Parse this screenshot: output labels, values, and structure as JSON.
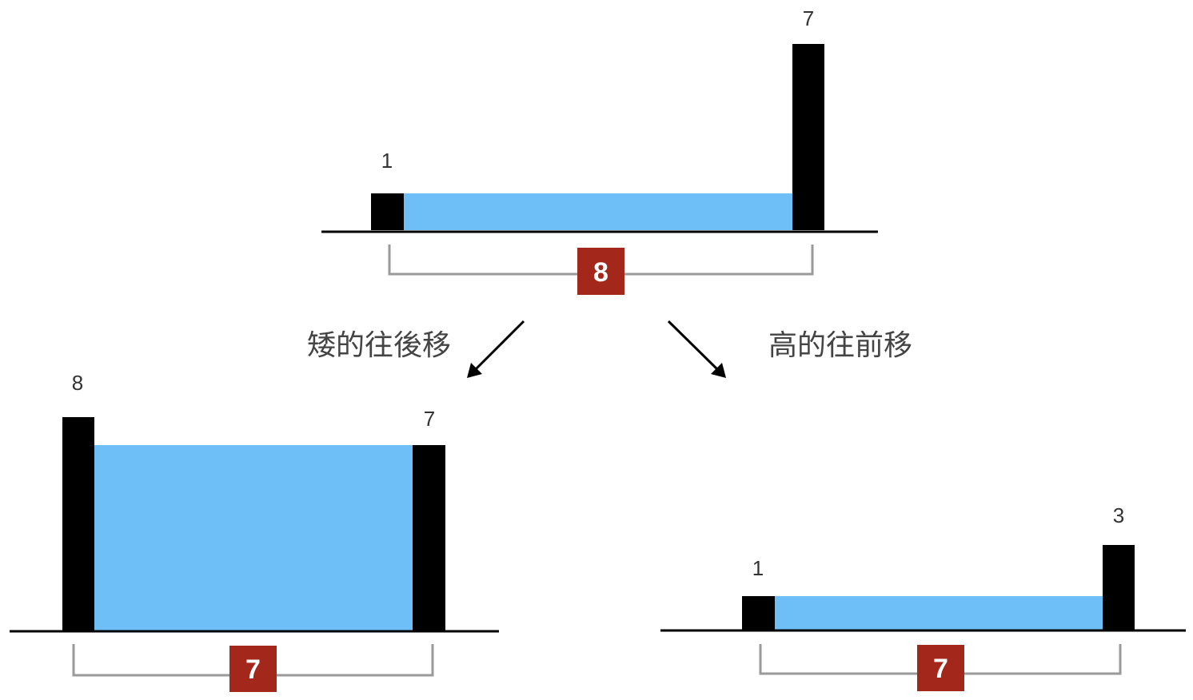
{
  "colors": {
    "bar": "#000000",
    "water": "#6ebff7",
    "baseline": "#000000",
    "bracket": "#9a9a9a",
    "badge": "#a3281b",
    "badge_text": "#ffffff"
  },
  "panels": [
    {
      "left_height": "1",
      "right_height": "7",
      "width": "8"
    },
    {
      "left_height": "8",
      "right_height": "7",
      "width": "7"
    },
    {
      "left_height": "1",
      "right_height": "3",
      "width": "7"
    }
  ],
  "captions": {
    "left": "矮的往後移",
    "right": "高的往前移"
  }
}
